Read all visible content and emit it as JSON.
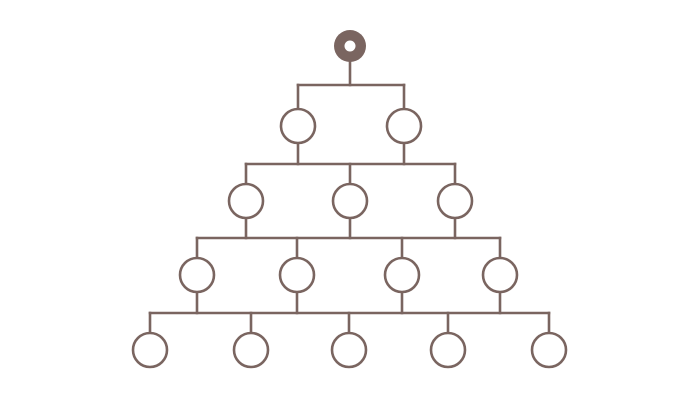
{
  "colors": {
    "stroke": "#7a6560",
    "background": "#ffffff",
    "node_fill": "#ffffff"
  },
  "tree": {
    "root": {
      "icon": "filled-ring-root-node"
    },
    "levels": [
      {
        "node_count": 2
      },
      {
        "node_count": 3
      },
      {
        "node_count": 4
      },
      {
        "node_count": 5
      }
    ],
    "node_icon": "hollow-circle-node"
  }
}
